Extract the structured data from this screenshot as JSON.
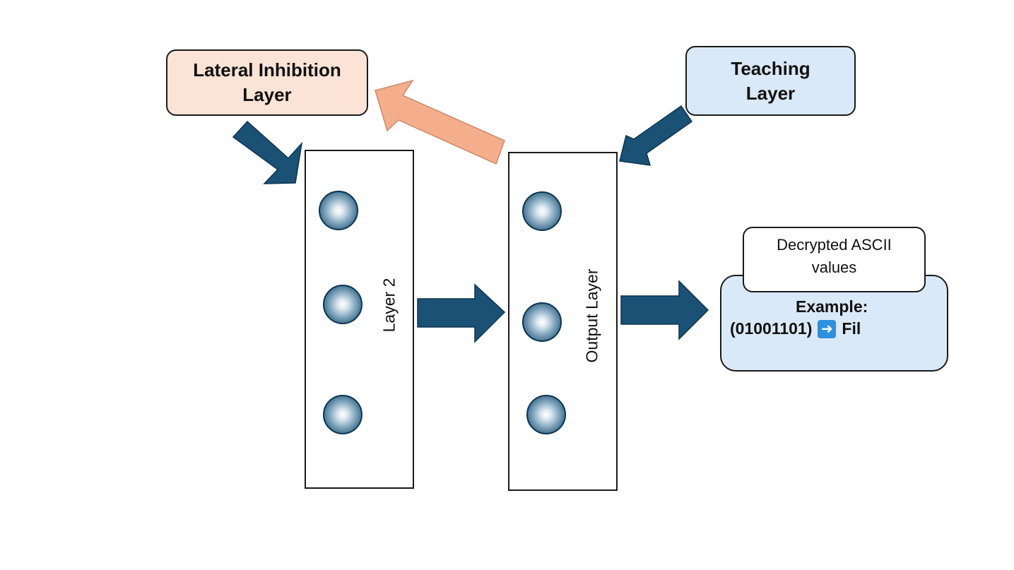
{
  "boxes": {
    "lateral_line1": "Lateral Inhibition",
    "lateral_line2": "Layer",
    "teaching_line1": "Teaching",
    "teaching_line2": "Layer"
  },
  "layers": {
    "layer2_label": "Layer 2",
    "output_label": "Output Layer"
  },
  "result": {
    "caption_line1": "Decrypted ASCII",
    "caption_line2": "values",
    "example_label": "Example:",
    "example_binary": "(01001101)",
    "example_arrow_icon": "right-arrow-emoji",
    "example_output": "Fil"
  },
  "colors": {
    "arrow_dark": "#1b5174",
    "arrow_peach": "#f4ae8c",
    "lateral_fill": "#fbe3d6",
    "teaching_fill": "#dae9f7"
  }
}
